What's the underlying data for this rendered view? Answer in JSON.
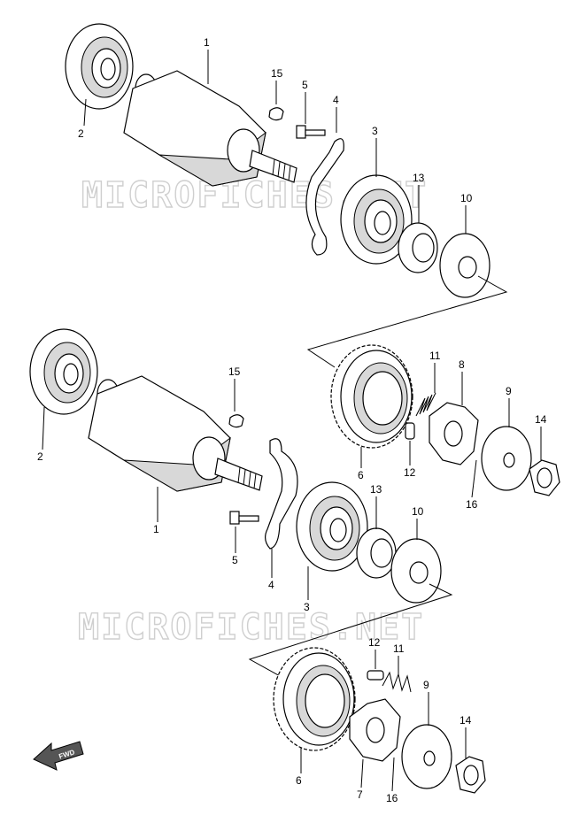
{
  "watermark": "MICROFICHES.NET",
  "fwd_label": "FWD",
  "labels": {
    "a1": "1",
    "a2": "2",
    "a3": "3",
    "a4": "4",
    "a5": "5",
    "a15": "15",
    "a13": "13",
    "a10": "10",
    "b1": "1",
    "b2": "2",
    "b3": "3",
    "b4": "4",
    "b5": "5",
    "b15": "15",
    "b13": "13",
    "b10": "10",
    "b6": "6",
    "b8": "8",
    "b9": "9",
    "b11": "11",
    "b12": "12",
    "b14": "14",
    "b16": "16",
    "c6": "6",
    "c7": "7",
    "c9": "9",
    "c11": "11",
    "c12": "12",
    "c14": "14",
    "c16": "16"
  }
}
